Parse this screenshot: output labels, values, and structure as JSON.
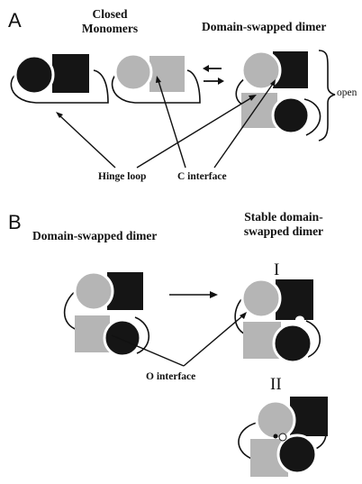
{
  "panel_a": {
    "letter": "A",
    "closed_monomers": "Closed\nMonomers",
    "domain_swapped_dimer": "Domain-swapped dimer",
    "open_label": "open",
    "hinge_loop": "Hinge loop",
    "c_interface": "C interface"
  },
  "panel_b": {
    "letter": "B",
    "domain_swapped_dimer": "Domain-swapped dimer",
    "stable_dimer": "Stable domain-\nswapped dimer",
    "numeral_one": "I",
    "numeral_two": "II",
    "o_interface": "O interface"
  },
  "colors": {
    "dark_domain": "#151515",
    "light_domain": "#b5b5b5",
    "line": "#111111"
  }
}
